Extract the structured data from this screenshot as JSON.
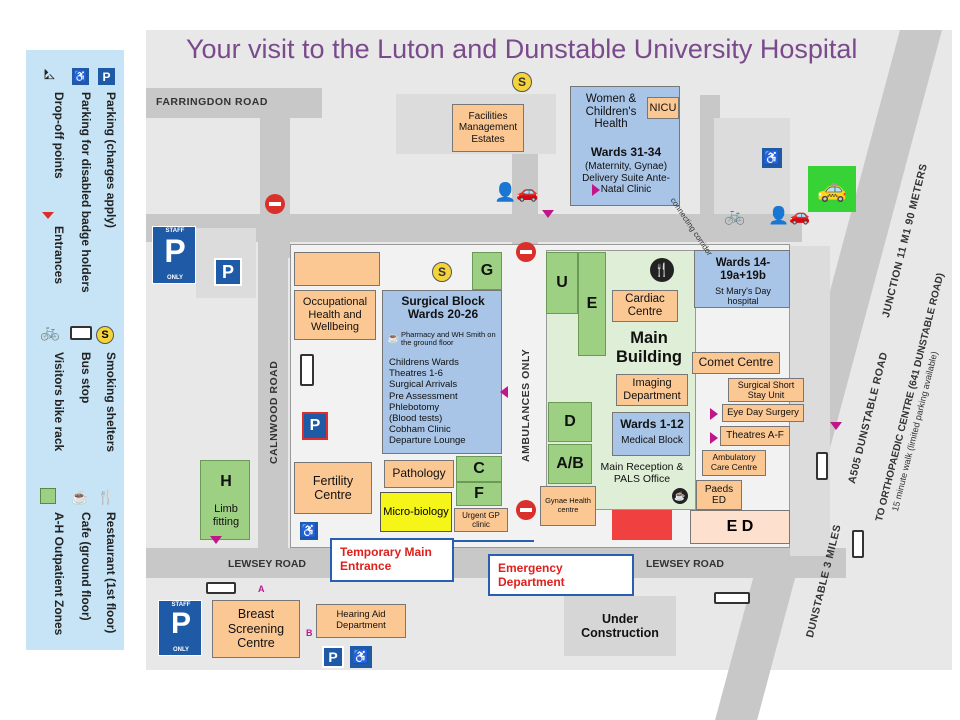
{
  "title": "Your visit to the Luton and Dunstable University Hospital",
  "legend": {
    "items": [
      {
        "label": "Parking (charges apply)",
        "icon": "parking-icon",
        "icon_text": "P"
      },
      {
        "label": "Parking for disabled badge holders",
        "icon": "disabled-parking-icon"
      },
      {
        "label": "Drop-off points",
        "icon": "drop-off-icon"
      },
      {
        "label": "Entrances",
        "icon": "entrance-triangle-icon"
      },
      {
        "label": "Smoking shelters",
        "icon": "smoking-shelter-icon",
        "icon_text": "S"
      },
      {
        "label": "Bus stop",
        "icon": "bus-stop-icon"
      },
      {
        "label": "Visitors bike rack",
        "icon": "bike-rack-icon"
      },
      {
        "label": "Restaurant (1st floor)",
        "icon": "restaurant-icon"
      },
      {
        "label": "Cafe (ground floor)",
        "icon": "cafe-icon"
      },
      {
        "label": "A-H Outpatient Zones",
        "icon": "outpatient-zone-icon"
      }
    ]
  },
  "roads": {
    "farringdon": "FARRINGDON ROAD",
    "calnwood": "CALNWOOD ROAD",
    "lewsey_left": "LEWSEY ROAD",
    "lewsey_right": "LEWSEY ROAD",
    "ambulances": "AMBULANCES ONLY",
    "dunstable": "DUNSTABLE 3 MILES",
    "a505": "A505 DUNSTABLE ROAD",
    "junction": "JUNCTION 11 M1 90 METERS",
    "ortho": "TO ORTHOPAEDIC CENTRE (641 DUNSTABLE ROAD)",
    "walk": "15 minute walk (limited parking available)",
    "connecting": "connecting corridor"
  },
  "buildings": {
    "facilities": "Facilities Management Estates",
    "women_title": "Women & Children's Health",
    "nicu": "NICU",
    "women_wards": "Wards 31-34",
    "women_detail": "(Maternity, Gynae) Delivery Suite Ante-Natal Clinic",
    "wards14": "Wards 14-19a+19b",
    "stmarys": "St Mary's Day hospital",
    "occ_health": "Occupational Health and Wellbeing",
    "surgical_title": "Surgical Block Wards 20-26",
    "pharmacy": "Pharmacy and WH Smith on the ground floor",
    "surgical_list": [
      "Childrens Wards",
      "Theatres 1-6",
      "Surgical Arrivals",
      "Pre Assessment",
      "Phlebotomy",
      "(Blood tests)",
      "Cobham Clinic",
      "Departure Lounge"
    ],
    "fertility": "Fertility Centre",
    "pathology": "Pathology",
    "micro": "Micro-biology",
    "urgent_gp": "Urgent GP clinic",
    "limb": "Limb fitting",
    "cardiac": "Cardiac Centre",
    "main_building": "Main Building",
    "imaging": "Imaging Department",
    "medical": "Wards 1-12",
    "medical_sub": "Medical Block",
    "reception": "Main Reception & PALS Office",
    "gynae": "Gynae Health centre",
    "paeds": "Paeds ED",
    "ed": "E D",
    "comet": "Comet Centre",
    "surgical_short": "Surgical Short Stay Unit",
    "eye": "Eye Day Surgery",
    "theatres_af": "Theatres A-F",
    "ambulatory": "Ambulatory Care Centre",
    "breast": "Breast Screening Centre",
    "hearing": "Hearing Aid Department",
    "under_construction": "Under Construction"
  },
  "zones": {
    "G": "G",
    "U": "U",
    "E": "E",
    "D": "D",
    "AB": "A/B",
    "C": "C",
    "F": "F",
    "H": "H"
  },
  "callouts": {
    "temp_entrance": "Temporary Main Entrance",
    "emergency": "Emergency Department"
  },
  "markers": {
    "parking": "P",
    "staff": "STAFF",
    "only": "ONLY",
    "smoke": "S",
    "entrance_a": "A",
    "entrance_b": "B"
  },
  "colors": {
    "legend_bg": "#c6e4f5",
    "road": "#c8c8c8",
    "orange": "#fbc793",
    "blue": "#a8c4e6",
    "green": "#9ed083",
    "title": "#7a4a8c",
    "entrance": "#c0168a",
    "red_text": "#e0201c"
  }
}
